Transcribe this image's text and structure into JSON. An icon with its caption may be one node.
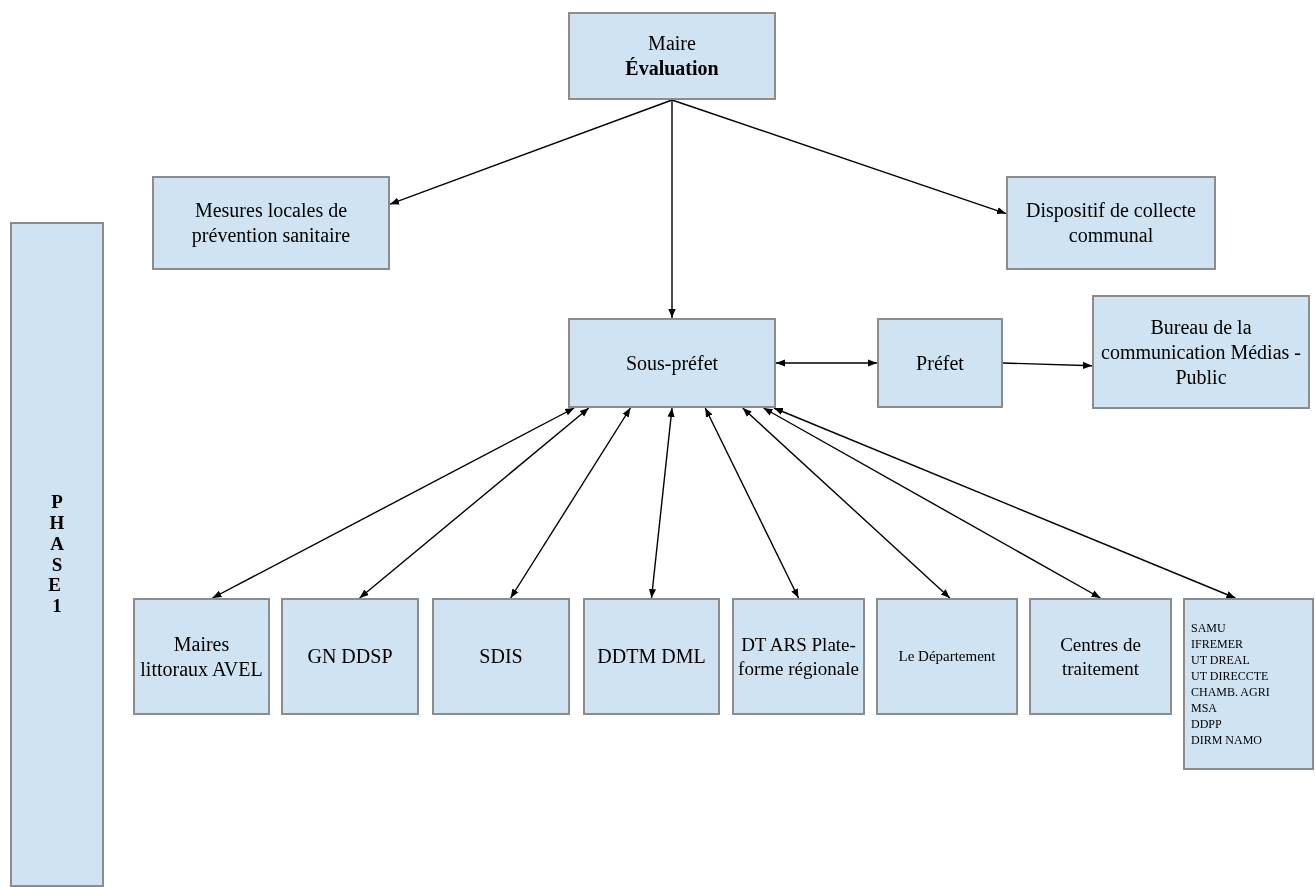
{
  "diagram": {
    "nodes": [
      {
        "text": [
          "PHASE 1"
        ]
      },
      {
        "text": [
          "Maire",
          "Évaluation"
        ]
      },
      {
        "text": [
          "Mesures locales de prévention sanitaire"
        ]
      },
      {
        "text": [
          "Dispositif de collecte communal"
        ]
      },
      {
        "text": [
          "Sous-préfet"
        ]
      },
      {
        "text": [
          "Préfet"
        ]
      },
      {
        "text": [
          "Bureau de la communication Médias - Public"
        ]
      },
      {
        "text": [
          "Maires littoraux AVEL"
        ]
      },
      {
        "text": [
          "GN DDSP"
        ]
      },
      {
        "text": [
          "SDIS"
        ]
      },
      {
        "text": [
          "DDTM DML"
        ]
      },
      {
        "text": [
          "DT ARS Plate-forme régionale"
        ]
      },
      {
        "text": [
          "Le Département"
        ]
      },
      {
        "text": [
          "Centres de traitement"
        ]
      },
      {
        "text": [
          "SAMU",
          "IFREMER",
          "UT DREAL",
          "UT DIRECCTE",
          "CHAMB. AGRI",
          "MSA",
          "DDPP",
          "DIRM NAMO"
        ]
      }
    ],
    "edges": [
      {
        "from": 1,
        "to": 2,
        "arrow": "to"
      },
      {
        "from": 1,
        "to": 3,
        "arrow": "to"
      },
      {
        "from": 1,
        "to": 4,
        "arrow": "to"
      },
      {
        "from": 4,
        "to": 5,
        "arrow": "both"
      },
      {
        "from": 5,
        "to": 6,
        "arrow": "to"
      },
      {
        "from": 4,
        "to": 7,
        "arrow": "both"
      },
      {
        "from": 4,
        "to": 8,
        "arrow": "both"
      },
      {
        "from": 4,
        "to": 9,
        "arrow": "both"
      },
      {
        "from": 4,
        "to": 10,
        "arrow": "both"
      },
      {
        "from": 4,
        "to": 11,
        "arrow": "both"
      },
      {
        "from": 4,
        "to": 12,
        "arrow": "both"
      },
      {
        "from": 4,
        "to": 13,
        "arrow": "both"
      },
      {
        "from": 4,
        "to": 14,
        "arrow": "both"
      }
    ]
  }
}
